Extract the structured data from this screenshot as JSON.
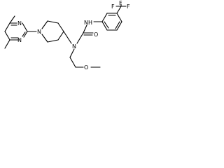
{
  "molecule": {
    "atom_labels": {
      "pyrimidine_n_upper": "N",
      "pyrimidine_n_lower": "N",
      "piperidine_n": "N",
      "urea_n": "N",
      "urea_nh": "NH",
      "carbonyl_o": "O",
      "methoxy_o": "O",
      "cf3_f_left": "F",
      "cf3_f_top": "F",
      "cf3_f_right": "F"
    }
  },
  "colors": {
    "bond": "#000000",
    "label": "#000000",
    "background": "#ffffff"
  }
}
